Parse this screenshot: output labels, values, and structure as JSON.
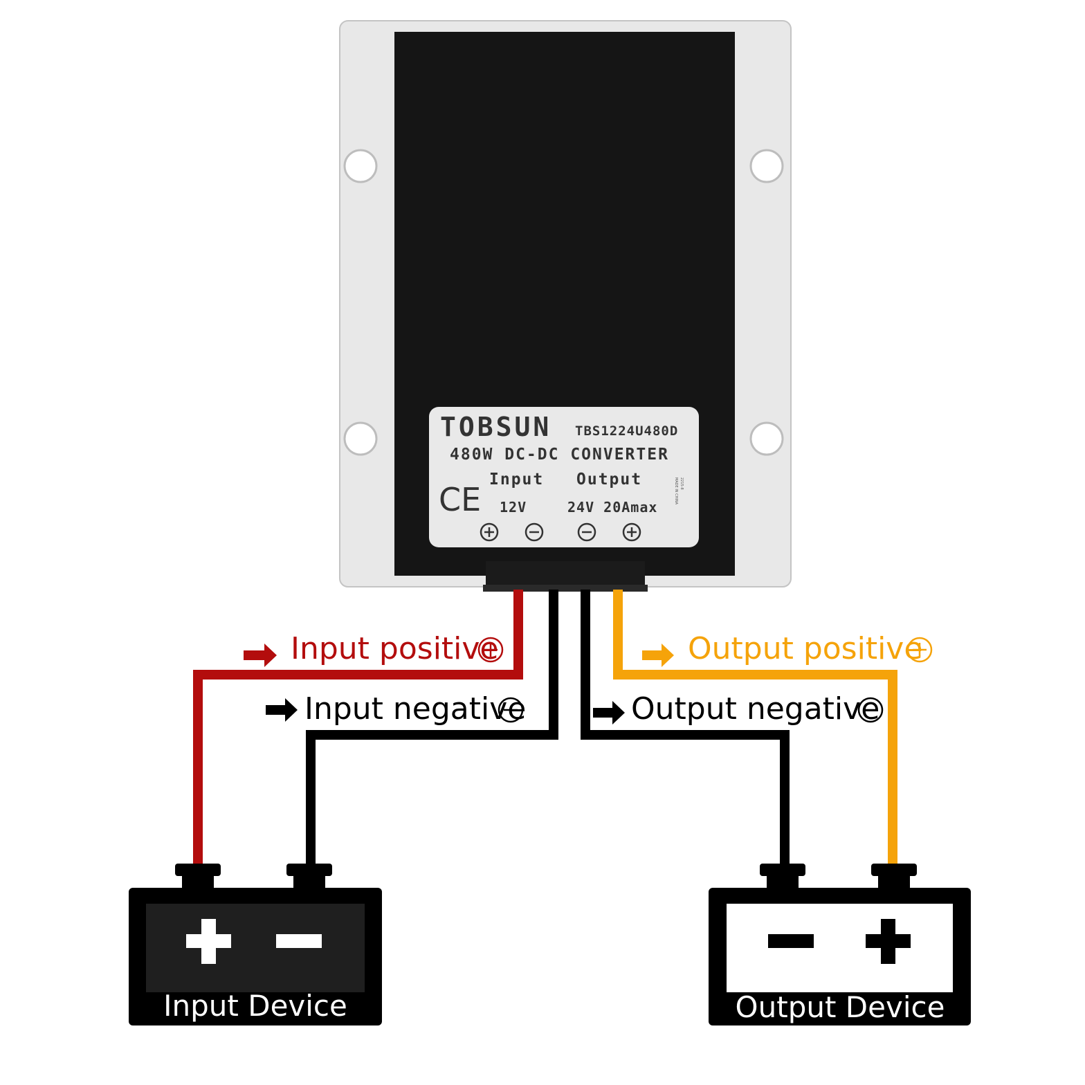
{
  "converter": {
    "brand": "TOBSUN",
    "model": "TBS1224U480D",
    "description": "480W DC-DC CONVERTER",
    "input_heading": "Input",
    "output_heading": "Output",
    "input_value": "12V",
    "output_value": "24V 20Amax",
    "cert_mark": "CE",
    "side_code": "2215-8",
    "side_origin": "MADE IN CHINA"
  },
  "wires": {
    "input_positive": "Input positive",
    "input_negative": "Input negative",
    "output_positive": "Output positive",
    "output_negative": "Output negative"
  },
  "devices": {
    "input": "Input Device",
    "output": "Output Device"
  },
  "colors": {
    "positive_input": "#b30d0d",
    "positive_output": "#f5a30a",
    "negative": "#000000",
    "housing": "#e8e8e8",
    "label_plate": "#e9e9e9"
  }
}
